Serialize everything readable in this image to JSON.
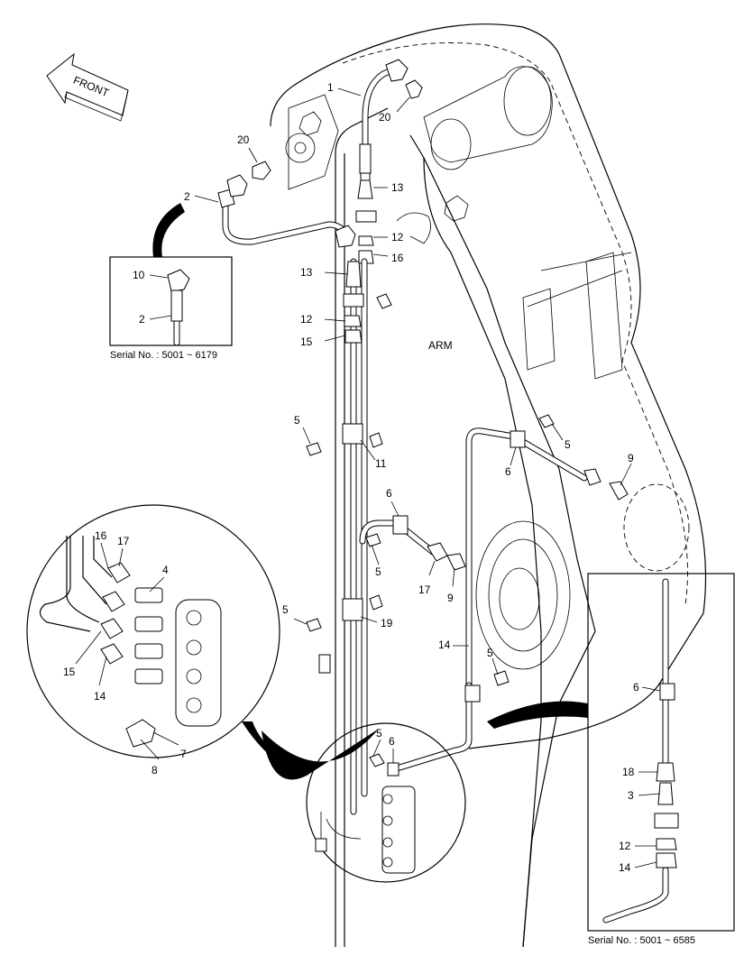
{
  "diagram": {
    "direction_label": "FRONT",
    "component_label": "ARM",
    "inset_top_left": {
      "serial": "Serial No. : 5001 ~ 6179",
      "labels": [
        "10",
        "2"
      ]
    },
    "inset_bottom_right": {
      "serial": "Serial No. : 5001 ~ 6585",
      "labels": [
        "6",
        "18",
        "3",
        "12",
        "14"
      ]
    },
    "callouts": {
      "c1": "1",
      "c20a": "20",
      "c20b": "20",
      "c2": "2",
      "c13a": "13",
      "c12a": "12",
      "c16a": "16",
      "c13b": "13",
      "c12b": "12",
      "c15a": "15",
      "c5a": "5",
      "c11": "11",
      "c5b": "5",
      "c6a": "6",
      "c9a": "9",
      "c6b": "6",
      "c5c": "5",
      "c17a": "17",
      "c9b": "9",
      "c5d": "5",
      "c19": "19",
      "c14a": "14",
      "c5e": "5",
      "c5f": "5",
      "c6c": "6",
      "d16": "16",
      "d17": "17",
      "d4": "4",
      "d15": "15",
      "d14": "14",
      "d7": "7",
      "d8": "8"
    }
  }
}
